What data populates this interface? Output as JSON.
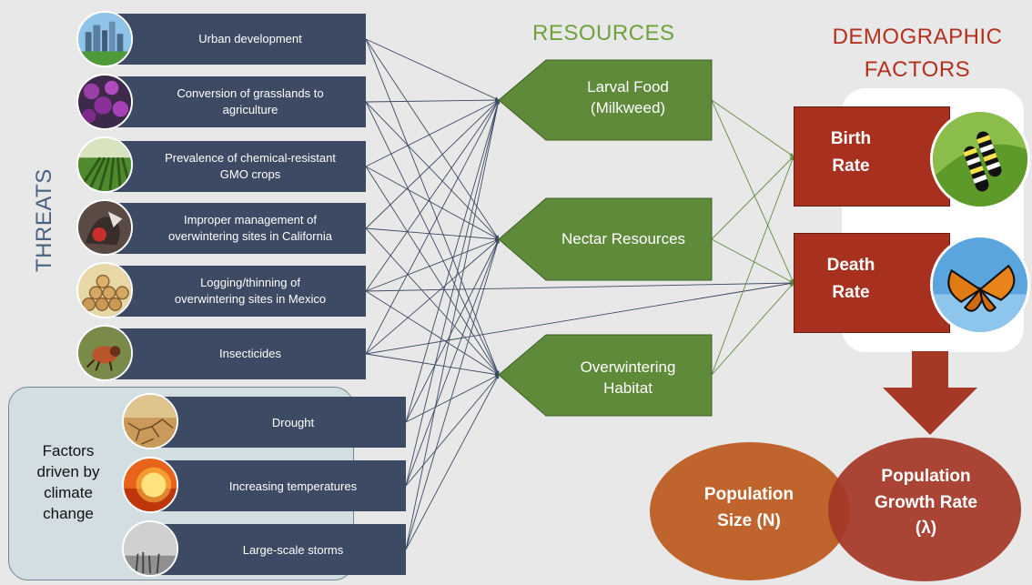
{
  "headings": {
    "threats": "THREATS",
    "resources": "RESOURCES",
    "demographic": "DEMOGRAPHIC\nFACTORS"
  },
  "threats": [
    {
      "label": "Urban development",
      "icon": "city-skyline-icon"
    },
    {
      "label": "Conversion of grasslands to\nagriculture",
      "icon": "purple-flowers-icon"
    },
    {
      "label": "Prevalence of chemical-resistant\nGMO crops",
      "icon": "crop-field-icon"
    },
    {
      "label": "Improper management of\noverwintering sites in California",
      "icon": "overwintering-site-icon"
    },
    {
      "label": "Logging/thinning of\noverwintering sites in Mexico",
      "icon": "logs-icon"
    },
    {
      "label": "Insecticides",
      "icon": "insect-icon"
    }
  ],
  "climate": {
    "group_label": "Factors\ndriven by\nclimate\nchange",
    "items": [
      {
        "label": "Drought",
        "icon": "cracked-earth-icon"
      },
      {
        "label": "Increasing temperatures",
        "icon": "sun-icon"
      },
      {
        "label": "Large-scale storms",
        "icon": "storm-icon"
      }
    ]
  },
  "resources": [
    {
      "label": "Larval Food\n(Milkweed)"
    },
    {
      "label": "Nectar Resources"
    },
    {
      "label": "Overwintering\nHabitat"
    }
  ],
  "demographics": [
    {
      "label": "Birth\nRate",
      "icon": "caterpillar-icon"
    },
    {
      "label": "Death\nRate",
      "icon": "monarch-butterfly-icon"
    }
  ],
  "population": {
    "size": "Population\nSize (N)",
    "growth": "Population\nGrowth Rate\n(λ)"
  },
  "colors": {
    "threat_box": "#3d4a63",
    "resource_box": "#5e8a3a",
    "demographic_box": "#a8301e",
    "heading_threats": "#4a6282",
    "heading_resources": "#6fa23e",
    "heading_demographic": "#b2311c",
    "population_size": "#c0642e",
    "population_growth": "#a53827"
  }
}
